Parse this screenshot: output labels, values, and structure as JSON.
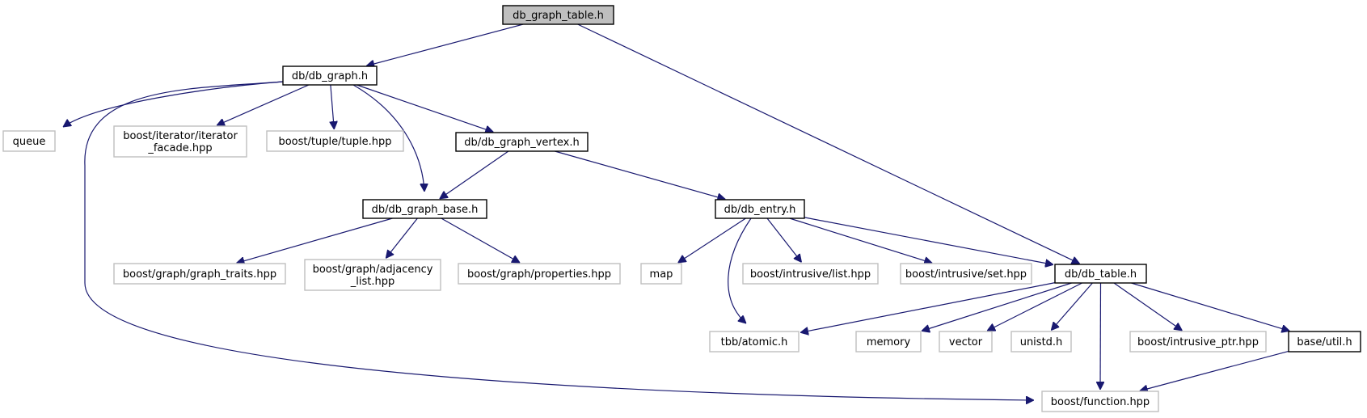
{
  "diagram": {
    "kind": "include dependency graph",
    "colors": {
      "edge": "#191970",
      "root_fill": "#bfbfbf",
      "local_border": "#000000",
      "external_border": "#bfbfbf"
    },
    "nodes": {
      "db_graph_table": {
        "lines": [
          "db_graph_table.h"
        ],
        "kind": "root"
      },
      "db_graph": {
        "lines": [
          "db/db_graph.h"
        ],
        "kind": "local"
      },
      "queue": {
        "lines": [
          "queue"
        ],
        "kind": "external"
      },
      "iterator_facade": {
        "lines": [
          "boost/iterator/iterator",
          "_facade.hpp"
        ],
        "kind": "external"
      },
      "tuple": {
        "lines": [
          "boost/tuple/tuple.hpp"
        ],
        "kind": "external"
      },
      "db_graph_vertex": {
        "lines": [
          "db/db_graph_vertex.h"
        ],
        "kind": "local"
      },
      "db_graph_base": {
        "lines": [
          "db/db_graph_base.h"
        ],
        "kind": "local"
      },
      "db_entry": {
        "lines": [
          "db/db_entry.h"
        ],
        "kind": "local"
      },
      "graph_traits": {
        "lines": [
          "boost/graph/graph_traits.hpp"
        ],
        "kind": "external"
      },
      "adjacency_list": {
        "lines": [
          "boost/graph/adjacency",
          "_list.hpp"
        ],
        "kind": "external"
      },
      "properties": {
        "lines": [
          "boost/graph/properties.hpp"
        ],
        "kind": "external"
      },
      "map": {
        "lines": [
          "map"
        ],
        "kind": "external"
      },
      "intrusive_list": {
        "lines": [
          "boost/intrusive/list.hpp"
        ],
        "kind": "external"
      },
      "intrusive_set": {
        "lines": [
          "boost/intrusive/set.hpp"
        ],
        "kind": "external"
      },
      "db_table": {
        "lines": [
          "db/db_table.h"
        ],
        "kind": "local"
      },
      "tbb_atomic": {
        "lines": [
          "tbb/atomic.h"
        ],
        "kind": "external"
      },
      "memory": {
        "lines": [
          "memory"
        ],
        "kind": "external"
      },
      "vector": {
        "lines": [
          "vector"
        ],
        "kind": "external"
      },
      "unistd": {
        "lines": [
          "unistd.h"
        ],
        "kind": "external"
      },
      "intrusive_ptr": {
        "lines": [
          "boost/intrusive_ptr.hpp"
        ],
        "kind": "external"
      },
      "base_util": {
        "lines": [
          "base/util.h"
        ],
        "kind": "local"
      },
      "function": {
        "lines": [
          "boost/function.hpp"
        ],
        "kind": "external"
      }
    },
    "edges": [
      {
        "from": "db_graph_table",
        "to": "db_graph"
      },
      {
        "from": "db_graph_table",
        "to": "db_table"
      },
      {
        "from": "db_graph",
        "to": "queue"
      },
      {
        "from": "db_graph",
        "to": "iterator_facade"
      },
      {
        "from": "db_graph",
        "to": "tuple"
      },
      {
        "from": "db_graph",
        "to": "db_graph_vertex"
      },
      {
        "from": "db_graph",
        "to": "db_graph_base"
      },
      {
        "from": "db_graph",
        "to": "function"
      },
      {
        "from": "db_graph_vertex",
        "to": "db_graph_base"
      },
      {
        "from": "db_graph_vertex",
        "to": "db_entry"
      },
      {
        "from": "db_graph_base",
        "to": "graph_traits"
      },
      {
        "from": "db_graph_base",
        "to": "adjacency_list"
      },
      {
        "from": "db_graph_base",
        "to": "properties"
      },
      {
        "from": "db_entry",
        "to": "map"
      },
      {
        "from": "db_entry",
        "to": "tbb_atomic"
      },
      {
        "from": "db_entry",
        "to": "intrusive_list"
      },
      {
        "from": "db_entry",
        "to": "intrusive_set"
      },
      {
        "from": "db_entry",
        "to": "db_table"
      },
      {
        "from": "db_table",
        "to": "tbb_atomic"
      },
      {
        "from": "db_table",
        "to": "memory"
      },
      {
        "from": "db_table",
        "to": "vector"
      },
      {
        "from": "db_table",
        "to": "unistd"
      },
      {
        "from": "db_table",
        "to": "function"
      },
      {
        "from": "db_table",
        "to": "intrusive_ptr"
      },
      {
        "from": "db_table",
        "to": "base_util"
      },
      {
        "from": "base_util",
        "to": "function"
      }
    ]
  }
}
